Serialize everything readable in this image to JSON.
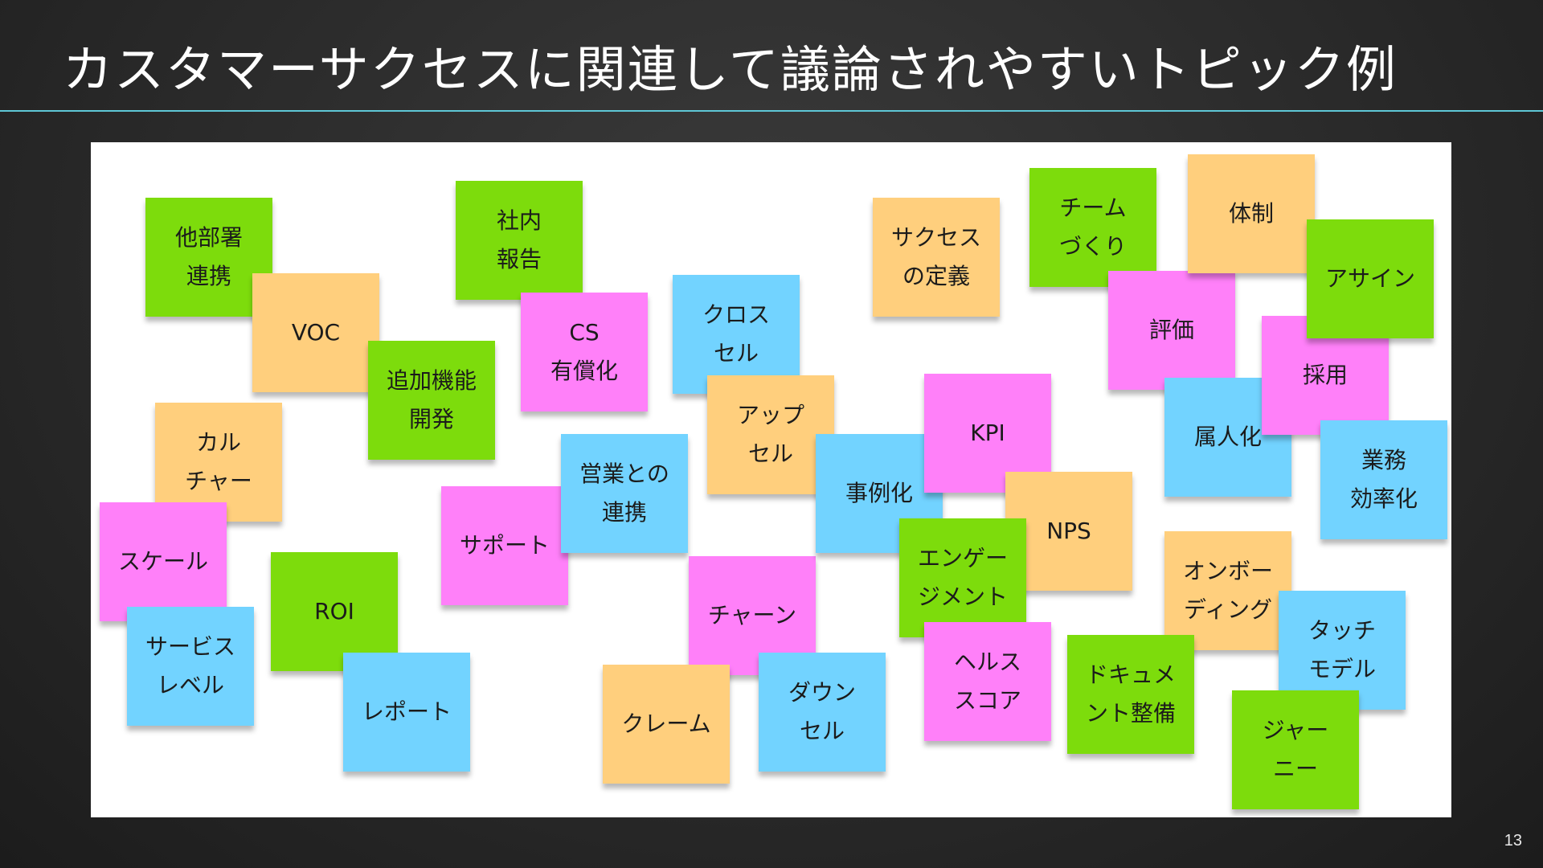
{
  "slide": {
    "title": "カスタマーサクセスに関連して議論されやすいトピック例",
    "page_number": "13"
  },
  "colors": {
    "green": "#7ddc0c",
    "orange": "#ffcf7d",
    "pink": "#ff80f9",
    "blue": "#72d3ff",
    "title_rule": "#5ec7d6"
  },
  "notes": [
    {
      "lines": [
        "他部署",
        "連携"
      ],
      "color": "green"
    },
    {
      "lines": [
        "VOC"
      ],
      "color": "orange"
    },
    {
      "lines": [
        "社内",
        "報告"
      ],
      "color": "green"
    },
    {
      "lines": [
        "CS",
        "有償化"
      ],
      "color": "pink"
    },
    {
      "lines": [
        "追加機能",
        "開発"
      ],
      "color": "green"
    },
    {
      "lines": [
        "カル",
        "チャー"
      ],
      "color": "orange"
    },
    {
      "lines": [
        "スケール"
      ],
      "color": "pink"
    },
    {
      "lines": [
        "ROI"
      ],
      "color": "green"
    },
    {
      "lines": [
        "サービス",
        "レベル"
      ],
      "color": "blue"
    },
    {
      "lines": [
        "レポート"
      ],
      "color": "blue"
    },
    {
      "lines": [
        "サポート"
      ],
      "color": "pink"
    },
    {
      "lines": [
        "営業との",
        "連携"
      ],
      "color": "blue"
    },
    {
      "lines": [
        "クロス",
        "セル"
      ],
      "color": "blue"
    },
    {
      "lines": [
        "アップ",
        "セル"
      ],
      "color": "orange"
    },
    {
      "lines": [
        "チャーン"
      ],
      "color": "pink"
    },
    {
      "lines": [
        "クレーム"
      ],
      "color": "orange"
    },
    {
      "lines": [
        "ダウン",
        "セル"
      ],
      "color": "blue"
    },
    {
      "lines": [
        "事例化"
      ],
      "color": "blue"
    },
    {
      "lines": [
        "KPI"
      ],
      "color": "pink"
    },
    {
      "lines": [
        "サクセス",
        "の定義"
      ],
      "color": "orange"
    },
    {
      "lines": [
        "NPS"
      ],
      "color": "orange"
    },
    {
      "lines": [
        "エンゲー",
        "ジメント"
      ],
      "color": "green"
    },
    {
      "lines": [
        "ヘルス",
        "スコア"
      ],
      "color": "pink"
    },
    {
      "lines": [
        "チーム",
        "づくり"
      ],
      "color": "green"
    },
    {
      "lines": [
        "評価"
      ],
      "color": "pink"
    },
    {
      "lines": [
        "体制"
      ],
      "color": "orange"
    },
    {
      "lines": [
        "属人化"
      ],
      "color": "blue"
    },
    {
      "lines": [
        "採用"
      ],
      "color": "pink"
    },
    {
      "lines": [
        "アサイン"
      ],
      "color": "green"
    },
    {
      "lines": [
        "業務",
        "効率化"
      ],
      "color": "blue"
    },
    {
      "lines": [
        "オンボー",
        "ディング"
      ],
      "color": "orange"
    },
    {
      "lines": [
        "ドキュメ",
        "ント整備"
      ],
      "color": "green"
    },
    {
      "lines": [
        "タッチ",
        "モデル"
      ],
      "color": "blue"
    },
    {
      "lines": [
        "ジャー",
        "ニー"
      ],
      "color": "green"
    }
  ]
}
